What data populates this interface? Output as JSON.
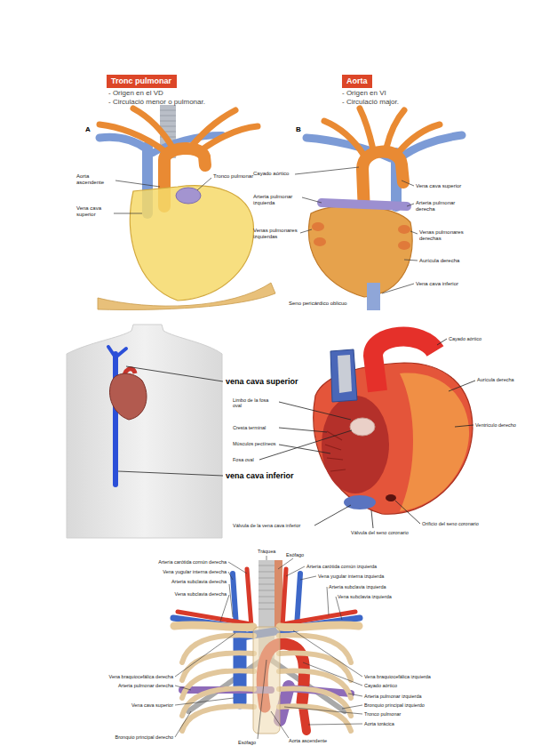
{
  "diagram": {
    "nodes": [
      {
        "text": [
          "Tronc pulmonar"
        ]
      },
      {
        "text": [
          "Aorta"
        ]
      }
    ],
    "labels": [
      "- Origen en el VD",
      "- Circulació menor o pulmonar.",
      "- Origen en VI",
      "- Circulació major.",
      "A",
      "Aorta ascendente",
      "Vena cava superior",
      "Tronco pulmonar",
      "B",
      "Cayado aórtico",
      "Arteria pulmonar izquierda",
      "Venas pulmonares izquierdas",
      "Vena cava superior",
      "Arteria pulmonar derecha",
      "Venas pulmonares derechas",
      "Aurícula derecha",
      "Vena cava inferior",
      "Seno pericárdico oblicuo",
      "vena cava superior",
      "vena cava inferior",
      "Cayado aórtico",
      "Aurícula derecha",
      "Limbo de la fosa oval",
      "Cresta terminal",
      "Músculos pectíneos",
      "Fosa oval",
      "Ventrículo derecho",
      "Válvula de la vena cava inferior",
      "Orificio del seno coronario",
      "Válvula del seno coronario",
      "Tráquea",
      "Esófago",
      "Arteria carótida común derecha",
      "Vena yugular interna derecha",
      "Arteria subclavia derecha",
      "Vena subclavia derecha",
      "Arteria carótida común izquierda",
      "Vena yugular interna izquierda",
      "Arteria subclavia izquierda",
      "Vena subclavia izquierda",
      "Vena braquiocefálica derecha",
      "Arteria pulmonar derecha",
      "Vena cava superior",
      "Bronquio principal derecho",
      "Vena braquiocefálica izquierda",
      "Cayado aórtico",
      "Arteria pulmonar izquierda",
      "Bronquio principal izquierdo",
      "Tronco pulmonar",
      "Aorta torácica",
      "Esófago",
      "Aorta ascendente"
    ]
  }
}
